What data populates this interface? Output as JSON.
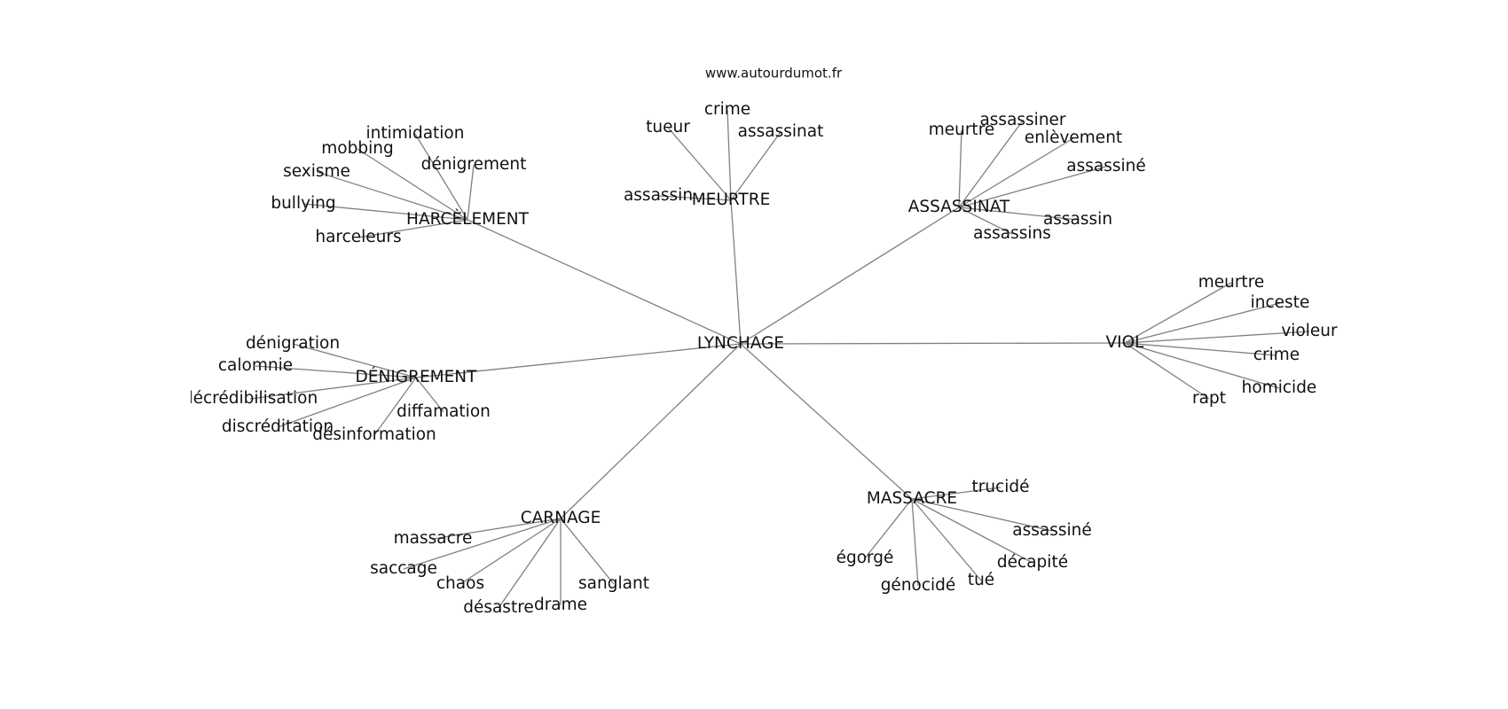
{
  "site": "www.autourdumot.fr",
  "center": "LYNCHAGE",
  "clusters": [
    {
      "label": "HARCÈLEMENT",
      "words": [
        "intimidation",
        "mobbing",
        "dénigrement",
        "sexisme",
        "bullying",
        "harceleurs"
      ]
    },
    {
      "label": "MEURTRE",
      "words": [
        "crime",
        "tueur",
        "assassinat",
        "assassin"
      ]
    },
    {
      "label": "ASSASSINAT",
      "words": [
        "meurtre",
        "assassiner",
        "enlèvement",
        "assassiné",
        "assassin",
        "assassins"
      ]
    },
    {
      "label": "VIOL",
      "words": [
        "meurtre",
        "inceste",
        "violeur",
        "crime",
        "homicide",
        "rapt"
      ]
    },
    {
      "label": "DÉNIGREMENT",
      "words": [
        "dénigration",
        "calomnie",
        "décrédibilisation",
        "discréditation",
        "diffamation",
        "désinformation"
      ]
    },
    {
      "label": "CARNAGE",
      "words": [
        "massacre",
        "saccage",
        "chaos",
        "désastre",
        "drame",
        "sanglant"
      ]
    },
    {
      "label": "MASSACRE",
      "words": [
        "trucidé",
        "assassiné",
        "décapité",
        "tué",
        "génocidé",
        "égorgé"
      ]
    }
  ]
}
